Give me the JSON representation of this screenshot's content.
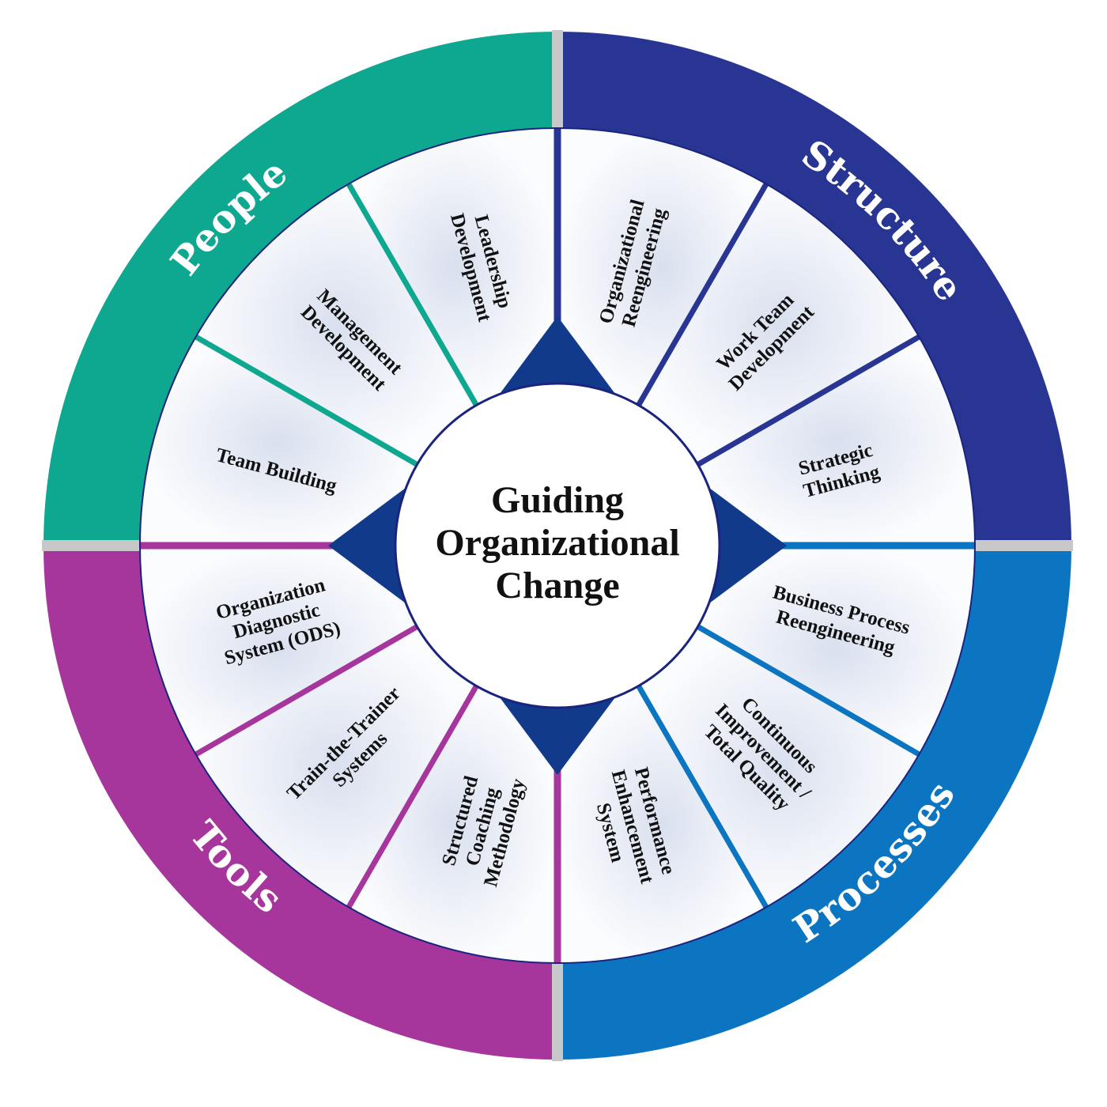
{
  "title": [
    "Guiding",
    "Organizational",
    "Change"
  ],
  "quadrants": [
    {
      "name": "People",
      "color": "#0EA78F",
      "segments": [
        {
          "lines": [
            "Team Building"
          ]
        },
        {
          "lines": [
            "Management",
            "Development"
          ]
        },
        {
          "lines": [
            "Leadership",
            "Development"
          ]
        }
      ]
    },
    {
      "name": "Structure",
      "color": "#283592",
      "segments": [
        {
          "lines": [
            "Organizational",
            "Reengineering"
          ]
        },
        {
          "lines": [
            "Work Team",
            "Development"
          ]
        },
        {
          "lines": [
            "Strategic",
            "Thinking"
          ]
        }
      ]
    },
    {
      "name": "Processes",
      "color": "#0B75C1",
      "segments": [
        {
          "lines": [
            "Business Process",
            "Reengineering"
          ]
        },
        {
          "lines": [
            "Continuous",
            "Improvement /",
            "Total Quality"
          ]
        },
        {
          "lines": [
            "Performance",
            "Enhancement",
            "System"
          ]
        }
      ]
    },
    {
      "name": "Tools",
      "color": "#A6359C",
      "segments": [
        {
          "lines": [
            "Structured",
            "Coaching",
            "Methodology"
          ]
        },
        {
          "lines": [
            "Train-the-Trainer",
            "Systems"
          ]
        },
        {
          "lines": [
            "Organization",
            "Diagnostic",
            "System (ODS)"
          ]
        }
      ]
    }
  ],
  "colors": {
    "divider": "#c8c8c8",
    "segment_fill": "#eef1f8",
    "diamond": "#123a8a",
    "outline": "#1a237e"
  }
}
